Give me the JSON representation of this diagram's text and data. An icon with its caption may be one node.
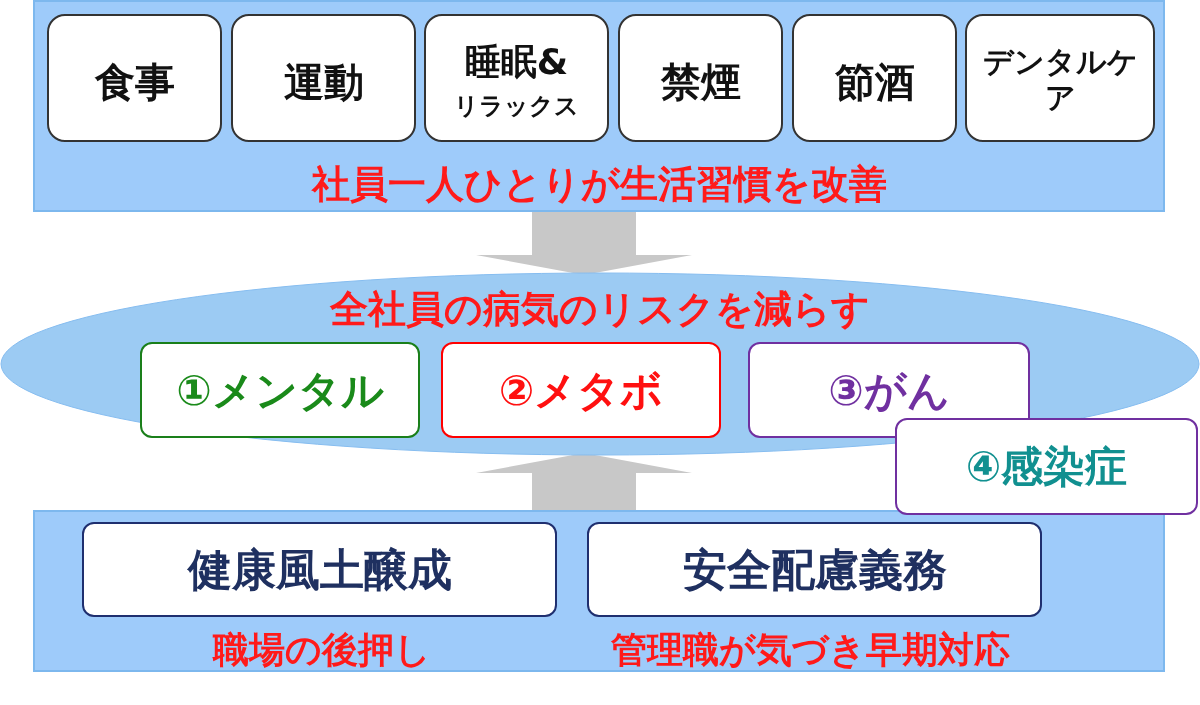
{
  "diagram": {
    "nodes": [
      {
        "text": [
          "社員一人ひとりが生活習慣を改善"
        ]
      },
      {
        "text": [
          "食事"
        ],
        "in": 0
      },
      {
        "text": [
          "運動"
        ],
        "in": 0
      },
      {
        "text": [
          "睡眠&",
          "リラックス"
        ],
        "in": 0
      },
      {
        "text": [
          "禁煙"
        ],
        "in": 0
      },
      {
        "text": [
          "節酒"
        ],
        "in": 0
      },
      {
        "text": [
          "デンタルケア"
        ],
        "in": 0
      },
      {
        "text": [
          "全社員の病気のリスクを減らす"
        ]
      },
      {
        "text": [
          "①メンタル"
        ],
        "in": 7
      },
      {
        "text": [
          "②メタボ"
        ],
        "in": 7
      },
      {
        "text": [
          "③がん"
        ],
        "in": 7
      },
      {
        "text": [
          "④感染症"
        ]
      },
      {
        "text": [
          "職場の後押し",
          "管理職が気づき早期対応"
        ]
      },
      {
        "text": [
          "健康風土醸成"
        ],
        "in": 12
      },
      {
        "text": [
          "安全配慮義務"
        ],
        "in": 12
      }
    ],
    "edges": [
      {
        "from": 0,
        "to": 7,
        "arrow": "to"
      },
      {
        "from": 12,
        "to": 7,
        "arrow": "to"
      }
    ]
  }
}
